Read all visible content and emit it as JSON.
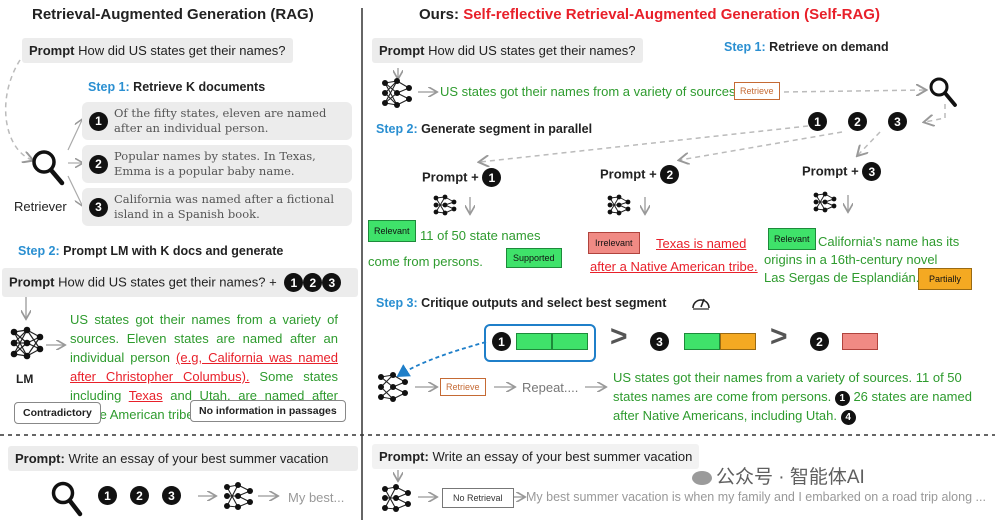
{
  "left": {
    "title": "Retrieval-Augmented Generation (RAG)",
    "prompt_label": "Prompt",
    "prompt_text": "How did US states get their names?",
    "step1_num": "Step 1:",
    "step1_text": "Retrieve K documents",
    "docs": [
      {
        "n": "1",
        "text": "Of the fifty states, eleven are named after an individual person."
      },
      {
        "n": "2",
        "text": "Popular names by states. In Texas, Emma is a popular baby name."
      },
      {
        "n": "3",
        "text": "California was named after a fictional island in a Spanish book."
      }
    ],
    "retriever_label": "Retriever",
    "step2_num": "Step 2:",
    "step2_text": "Prompt LM with K docs and generate",
    "prompt2_text": "How did US states get their names? +",
    "nums": [
      "1",
      "2",
      "3"
    ],
    "lm_label": "LM",
    "gen_a": "US states got their names from a variety of sources. Eleven states are named after an individual person ",
    "gen_b": "(e.g, California was named after Christopher Columbus).",
    "gen_c": " Some states including ",
    "gen_d": "Texas",
    "gen_e": " and Utah, are named after Native American tribe.",
    "contradictory": "Contradictory",
    "no_info": "No information in passages"
  },
  "right": {
    "title_a": "Ours: ",
    "title_b": "Self-reflective Retrieval-Augmented Generation (Self-RAG)",
    "title_c": "Self-RAG",
    "prompt_label": "Prompt",
    "prompt_text": "How did US states get their names?",
    "step1_num": "Step 1:",
    "step1_text": "Retrieve on demand",
    "retrieve_out": "US states got their names from a variety of sources.",
    "retrieve_tag": "Retrieve",
    "step2_num": "Step 2:",
    "step2_text": "Generate segment in parallel",
    "prompt_plus": "Prompt +",
    "seg1_tag": "Relevant",
    "seg1_a": "11 of 50 state names",
    "seg1_b": "come from persons.",
    "seg1_sup": "Supported",
    "seg2_tag": "Irrelevant",
    "seg2_a": "Texas is named",
    "seg2_b": "after a Native American tribe.",
    "seg3_tag": "Relevant",
    "seg3_a": "California's name has its",
    "seg3_b": "origins in a 16th-century novel",
    "seg3_c": "Las Sergas de Esplandián.",
    "seg3_part": "Partially",
    "step3_num": "Step 3:",
    "step3_text": "Critique outputs and select best segment",
    "repeat": "Repeat....",
    "final_a": "US states got their names from a variety of sources. 11 of 50 states names are come from persons.",
    "final_b": "26 states are named after Native Americans, including Utah.",
    "n4": "4"
  },
  "bottom_left": {
    "prompt_label": "Prompt:",
    "prompt_text": "Write an essay of your best summer vacation",
    "output": "My best..."
  },
  "bottom_right": {
    "prompt_label": "Prompt:",
    "prompt_text": "Write an essay of your best summer vacation",
    "no_retrieval": "No Retrieval",
    "output": "My best summer vacation is when my family and I embarked on a road trip along ..."
  },
  "watermark": "公众号 · 智能体AI"
}
